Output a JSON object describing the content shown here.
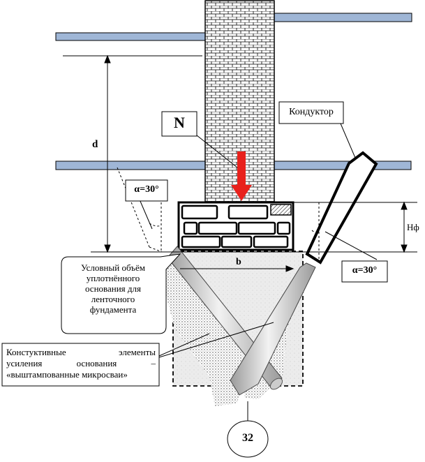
{
  "labels": {
    "load": "N",
    "conductor": "Кондуктор",
    "depth": "d",
    "angle_left": "α=30°",
    "angle_right": "α=30°",
    "height": "Нф",
    "width": "b",
    "volume_line1": "Условный объём",
    "volume_line2": "уплотнённого",
    "volume_line3": "основания для",
    "volume_line4": "ленточного",
    "volume_line5": "фундамента",
    "elements_line1a": "Констуктивные",
    "elements_line1b": "элементы",
    "elements_line2a": "усиления",
    "elements_line2b": "основания",
    "elements_line2c": "–",
    "elements_line3": "«выштампованные микросваи»",
    "figure_number": "32"
  },
  "colors": {
    "floor_slab": "#9fb6d6",
    "arrow": "#e8211c",
    "soil": "#ececec"
  }
}
